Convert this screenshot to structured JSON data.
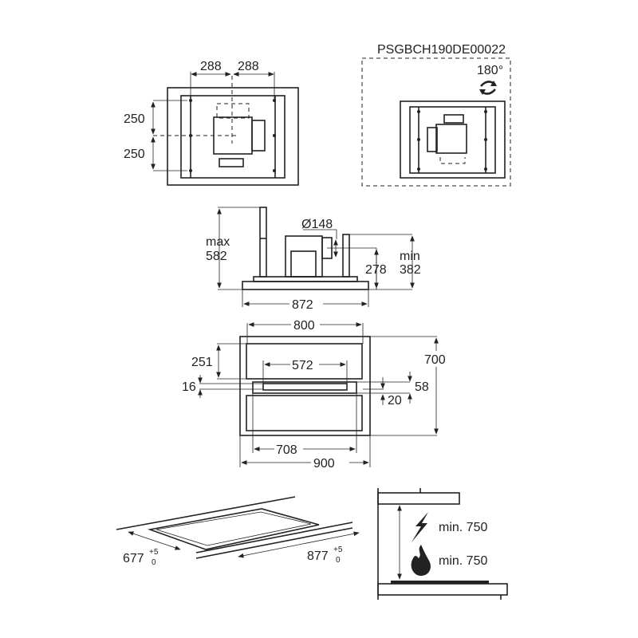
{
  "product_code": "PSGBCH190DE00022",
  "top_view": {
    "dim_left_x": "288",
    "dim_right_x": "288",
    "dim_upper_y": "250",
    "dim_lower_y": "250"
  },
  "rotated_view": {
    "rotation_label": "180°",
    "rotation_icon": "rotate-arrows-icon"
  },
  "side_view": {
    "duct_diameter": "Ø148",
    "max_label": "max",
    "max_value": "582",
    "min_label": "min",
    "min_value": "382",
    "outlet_height": "278",
    "width": "872"
  },
  "front_view": {
    "inner_width": "800",
    "height": "700",
    "upper_panel": "251",
    "center_width": "572",
    "gap": "16",
    "right_offset": "58",
    "bottom_offset": "20",
    "lower_width": "708",
    "outer_width": "900"
  },
  "cutout": {
    "depth": "677",
    "depth_tol_plus": "+5",
    "depth_tol_minus": "0",
    "width": "877",
    "width_tol_plus": "+5",
    "width_tol_minus": "0"
  },
  "clearance": {
    "electric_label": "min. 750",
    "gas_label": "min. 750",
    "electric_icon": "lightning-icon",
    "gas_icon": "flame-icon"
  }
}
